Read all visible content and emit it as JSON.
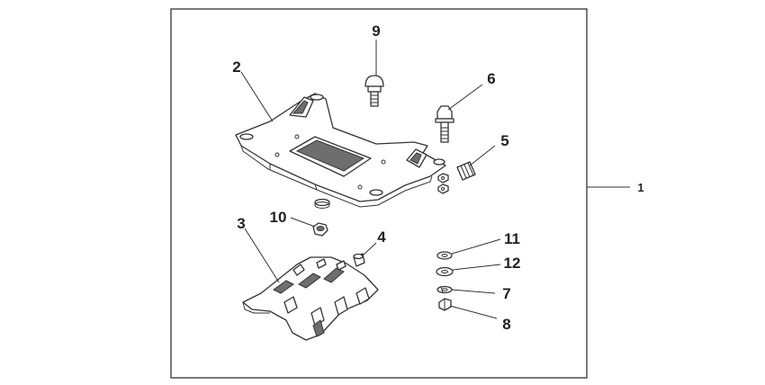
{
  "diagram": {
    "callouts": [
      {
        "id": "1",
        "label": "1"
      },
      {
        "id": "2",
        "label": "2"
      },
      {
        "id": "3",
        "label": "3"
      },
      {
        "id": "4",
        "label": "4"
      },
      {
        "id": "5",
        "label": "5"
      },
      {
        "id": "6",
        "label": "6"
      },
      {
        "id": "7",
        "label": "7"
      },
      {
        "id": "8",
        "label": "8"
      },
      {
        "id": "9",
        "label": "9"
      },
      {
        "id": "10",
        "label": "10"
      },
      {
        "id": "11",
        "label": "11"
      },
      {
        "id": "12",
        "label": "12"
      }
    ],
    "colors": {
      "line": "#333333",
      "shade": "#6e6e6e",
      "background": "#ffffff"
    }
  }
}
